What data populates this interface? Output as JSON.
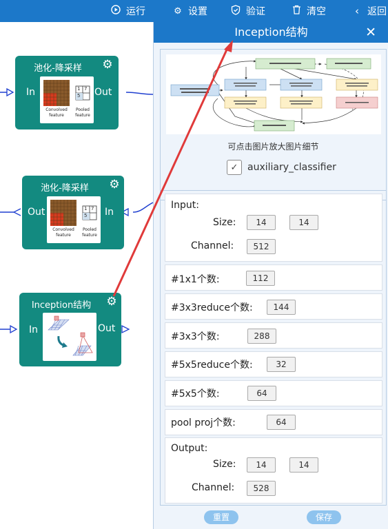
{
  "toolbar": {
    "run": "运行",
    "settings": "设置",
    "validate": "验证",
    "clear": "清空",
    "back": "返回"
  },
  "canvas": {
    "node1": {
      "title": "池化-降采样",
      "in": "In",
      "out": "Out",
      "cap_left": "Convolved feature",
      "cap_right": "Pooled feature",
      "grid_nums": [
        "1",
        "7",
        "5",
        ""
      ]
    },
    "node2": {
      "title": "池化-降采样",
      "in": "In",
      "out": "Out",
      "cap_left": "Convolved feature",
      "cap_right": "Pooled feature",
      "grid_nums": [
        "1",
        "7",
        "5",
        ""
      ]
    },
    "node3": {
      "title": "Inception结构",
      "in": "In",
      "out": "Out"
    }
  },
  "panel": {
    "title": "Inception结构",
    "hint": "可点击图片放大图片细节",
    "auxiliary_label": "auxiliary_classifier",
    "auxiliary_checked": true,
    "input": {
      "heading": "Input:",
      "size_label": "Size:",
      "size": [
        "14",
        "14"
      ],
      "channel_label": "Channel:",
      "channel": "512"
    },
    "fields": [
      {
        "label": "#1x1个数:",
        "value": "112"
      },
      {
        "label": "#3x3reduce个数:",
        "value": "144"
      },
      {
        "label": "#3x3个数:",
        "value": "288"
      },
      {
        "label": "#5x5reduce个数:",
        "value": "32"
      },
      {
        "label": "#5x5个数:",
        "value": "64"
      },
      {
        "label": "pool proj个数:",
        "value": "64"
      }
    ],
    "output": {
      "heading": "Output:",
      "size_label": "Size:",
      "size": [
        "14",
        "14"
      ],
      "channel_label": "Channel:",
      "channel": "528"
    },
    "reset_label": "重置",
    "save_label": "保存"
  },
  "colors": {
    "primary_blue": "#1c78c9",
    "node_teal": "#138a80",
    "annotation_arrow": "#e03a3a",
    "button_blue": "#8ec3ee"
  }
}
